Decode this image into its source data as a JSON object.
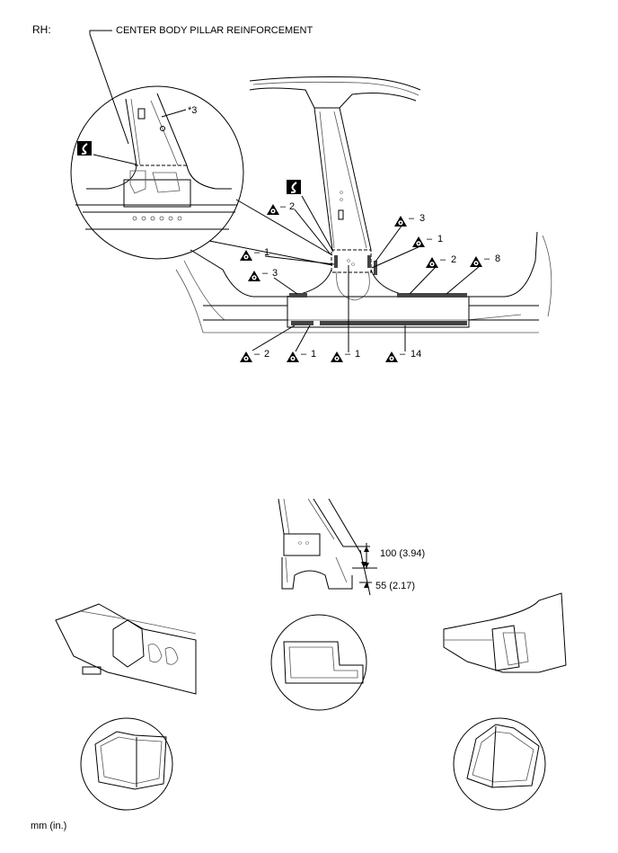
{
  "side_label": "RH:",
  "part_label": "CENTER BODY PILLAR REINFORCEMENT",
  "note_marker": "*3",
  "weld_counts": [
    "2",
    "1",
    "3",
    "3",
    "1",
    "2",
    "8",
    "2",
    "1",
    "1",
    "14"
  ],
  "dimensions": {
    "upper": "100 (3.94)",
    "lower": "55 (2.17)"
  },
  "units_note": "mm (in.)",
  "icons": {
    "cut_symbol": "section-cut-icon",
    "weld_symbol": "spot-weld-icon"
  },
  "colors": {
    "line": "#000000",
    "weld_band": "#444444",
    "background": "#ffffff"
  }
}
